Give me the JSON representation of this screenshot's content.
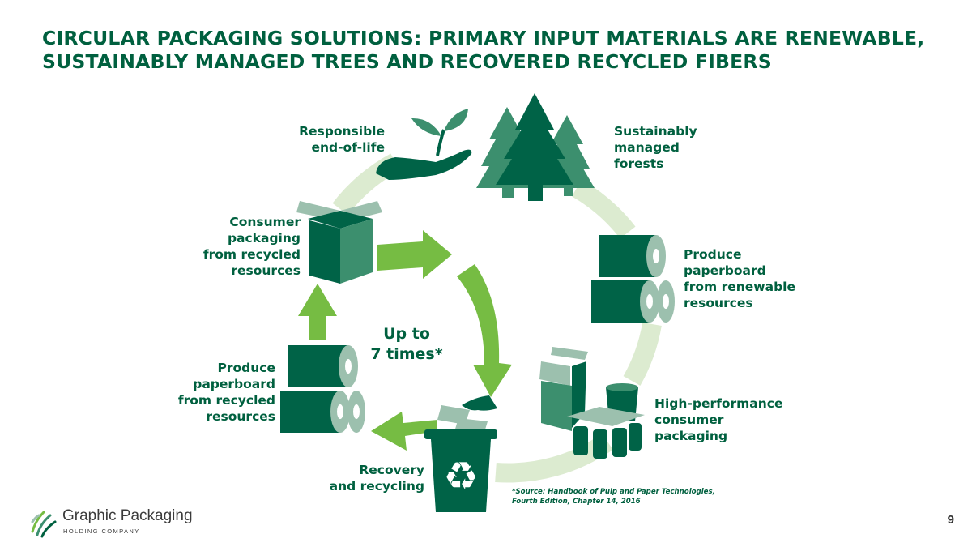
{
  "title": {
    "line1": "CIRCULAR PACKAGING SOLUTIONS: PRIMARY INPUT MATERIALS ARE RENEWABLE,",
    "line2": "SUSTAINABLY MANAGED TREES AND RECOVERED RECYCLED FIBERS"
  },
  "cycle": {
    "outer_stages": [
      {
        "id": "forests",
        "lines": [
          "Sustainably",
          "managed",
          "forests"
        ],
        "icon": "trees-icon"
      },
      {
        "id": "produce-renewable",
        "lines": [
          "Produce",
          "paperboard",
          "from renewable",
          "resources"
        ],
        "icon": "paperboard-rolls-icon"
      },
      {
        "id": "high-performance",
        "lines": [
          "High-performance",
          "consumer",
          "packaging"
        ],
        "icon": "packaging-icon"
      },
      {
        "id": "recovery",
        "lines": [
          "Recovery",
          "and recycling"
        ],
        "icon": "recycling-bin-icon"
      },
      {
        "id": "end-of-life",
        "lines": [
          "Responsible",
          "end-of-life"
        ],
        "icon": "hand-sprout-icon"
      }
    ],
    "inner_stages": [
      {
        "id": "produce-recycled",
        "lines": [
          "Produce",
          "paperboard",
          "from recycled",
          "resources"
        ],
        "icon": "paperboard-rolls-icon"
      },
      {
        "id": "consumer-packaging",
        "lines": [
          "Consumer",
          "packaging",
          "from recycled",
          "resources"
        ],
        "icon": "box-icon"
      }
    ],
    "center": {
      "line1": "Up to",
      "line2": "7 times*"
    }
  },
  "footnote": {
    "line1": "*Source: Handbook of Pulp and Paper Technologies,",
    "line2": "Fourth Edition, Chapter 14, 2016"
  },
  "logo": {
    "name": "Graphic Packaging",
    "subtitle": "HOLDING COMPANY"
  },
  "page_number": "9",
  "colors": {
    "dark_green": "#00603f",
    "medium_green": "#3c8f6e",
    "bright_green": "#76bc43",
    "pale_green": "#dcebd0",
    "sage": "#9cc0ae"
  }
}
